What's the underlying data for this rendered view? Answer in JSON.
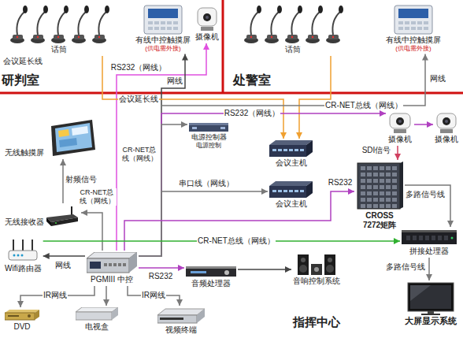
{
  "diagram": {
    "nodes": [
      {
        "text": [
          "话筒"
        ]
      },
      {
        "text": [
          "有线中控触摸屏",
          "(供电需外接)"
        ]
      },
      {
        "text": [
          "摄像机"
        ]
      },
      {
        "text": [
          "话筒"
        ]
      },
      {
        "text": [
          "有线中控触摸屏",
          "(供电需外接)"
        ]
      },
      {
        "text": [
          "无线触摸屏"
        ]
      },
      {
        "text": [
          "电源控制器",
          "电源控制"
        ]
      },
      {
        "text": [
          "摄像机"
        ]
      },
      {
        "text": [
          "摄像机"
        ]
      },
      {
        "text": [
          "会议主机"
        ]
      },
      {
        "text": [
          "会议主机"
        ]
      },
      {
        "text": [
          "无线接收器"
        ]
      },
      {
        "text": [
          "CROSS 7272矩阵"
        ]
      },
      {
        "text": [
          "拼接处理器"
        ]
      },
      {
        "text": [
          "Wifi路由器"
        ]
      },
      {
        "text": [
          "PGMIII 中控"
        ]
      },
      {
        "text": [
          "音频处理器"
        ]
      },
      {
        "text": [
          "音响控制系统"
        ]
      },
      {
        "text": [
          "大屏显示系统"
        ]
      },
      {
        "text": [
          "DVD"
        ]
      },
      {
        "text": [
          "电视盒"
        ]
      },
      {
        "text": [
          "视频终端"
        ]
      }
    ],
    "edges": [
      {
        "from": 15,
        "to": 2,
        "label": "RS232（网线）",
        "arrow": "to"
      },
      {
        "from": 15,
        "to": 1,
        "label": "网线",
        "arrow": "to"
      },
      {
        "from": 0,
        "to": 9,
        "label": "会议延长线",
        "arrow": "to"
      },
      {
        "from": 3,
        "to": 9,
        "arrow": "to"
      },
      {
        "from": 15,
        "to": 4,
        "label": "CR-NET总线（网线）",
        "arrow": "to"
      },
      {
        "from": 15,
        "to": 7,
        "label": "RS232（网线）",
        "arrow": "to"
      },
      {
        "from": 7,
        "to": 8,
        "arrow": "to"
      },
      {
        "from": 15,
        "to": 6,
        "label": "CR-NET总线（网线）",
        "arrow": "to"
      },
      {
        "from": 7,
        "to": 12,
        "label": "SDI信号",
        "arrow": "to"
      },
      {
        "from": 15,
        "to": 10,
        "label": "串口线（网线）",
        "arrow": "to"
      },
      {
        "from": 15,
        "to": 12,
        "label": "RS232",
        "arrow": "to"
      },
      {
        "from": 12,
        "to": 13,
        "label": "多路信号线",
        "arrow": "to"
      },
      {
        "from": 11,
        "to": 5,
        "label": "射频信号",
        "arrow": "to"
      },
      {
        "from": 15,
        "to": 11,
        "label": "CR-NET总线（网线）",
        "arrow": "to"
      },
      {
        "from": 14,
        "to": 13,
        "label": "CR-NET总线（网线）",
        "arrow": "to"
      },
      {
        "from": 15,
        "to": 14,
        "label": "网线",
        "arrow": "to"
      },
      {
        "from": 15,
        "to": 16,
        "label": "RS232",
        "arrow": "to"
      },
      {
        "from": 16,
        "to": 17,
        "arrow": "to"
      },
      {
        "from": 13,
        "to": 18,
        "label": "多路信号线",
        "arrow": "to"
      },
      {
        "from": 15,
        "to": 19,
        "label": "IR网线",
        "arrow": "to"
      },
      {
        "from": 15,
        "to": 20,
        "arrow": "to"
      },
      {
        "from": 15,
        "to": 21,
        "label": "IR网线",
        "arrow": "to"
      }
    ],
    "labels": [
      "会议延长线",
      "网线",
      "研判室",
      "处警室",
      "指挥中心"
    ]
  }
}
